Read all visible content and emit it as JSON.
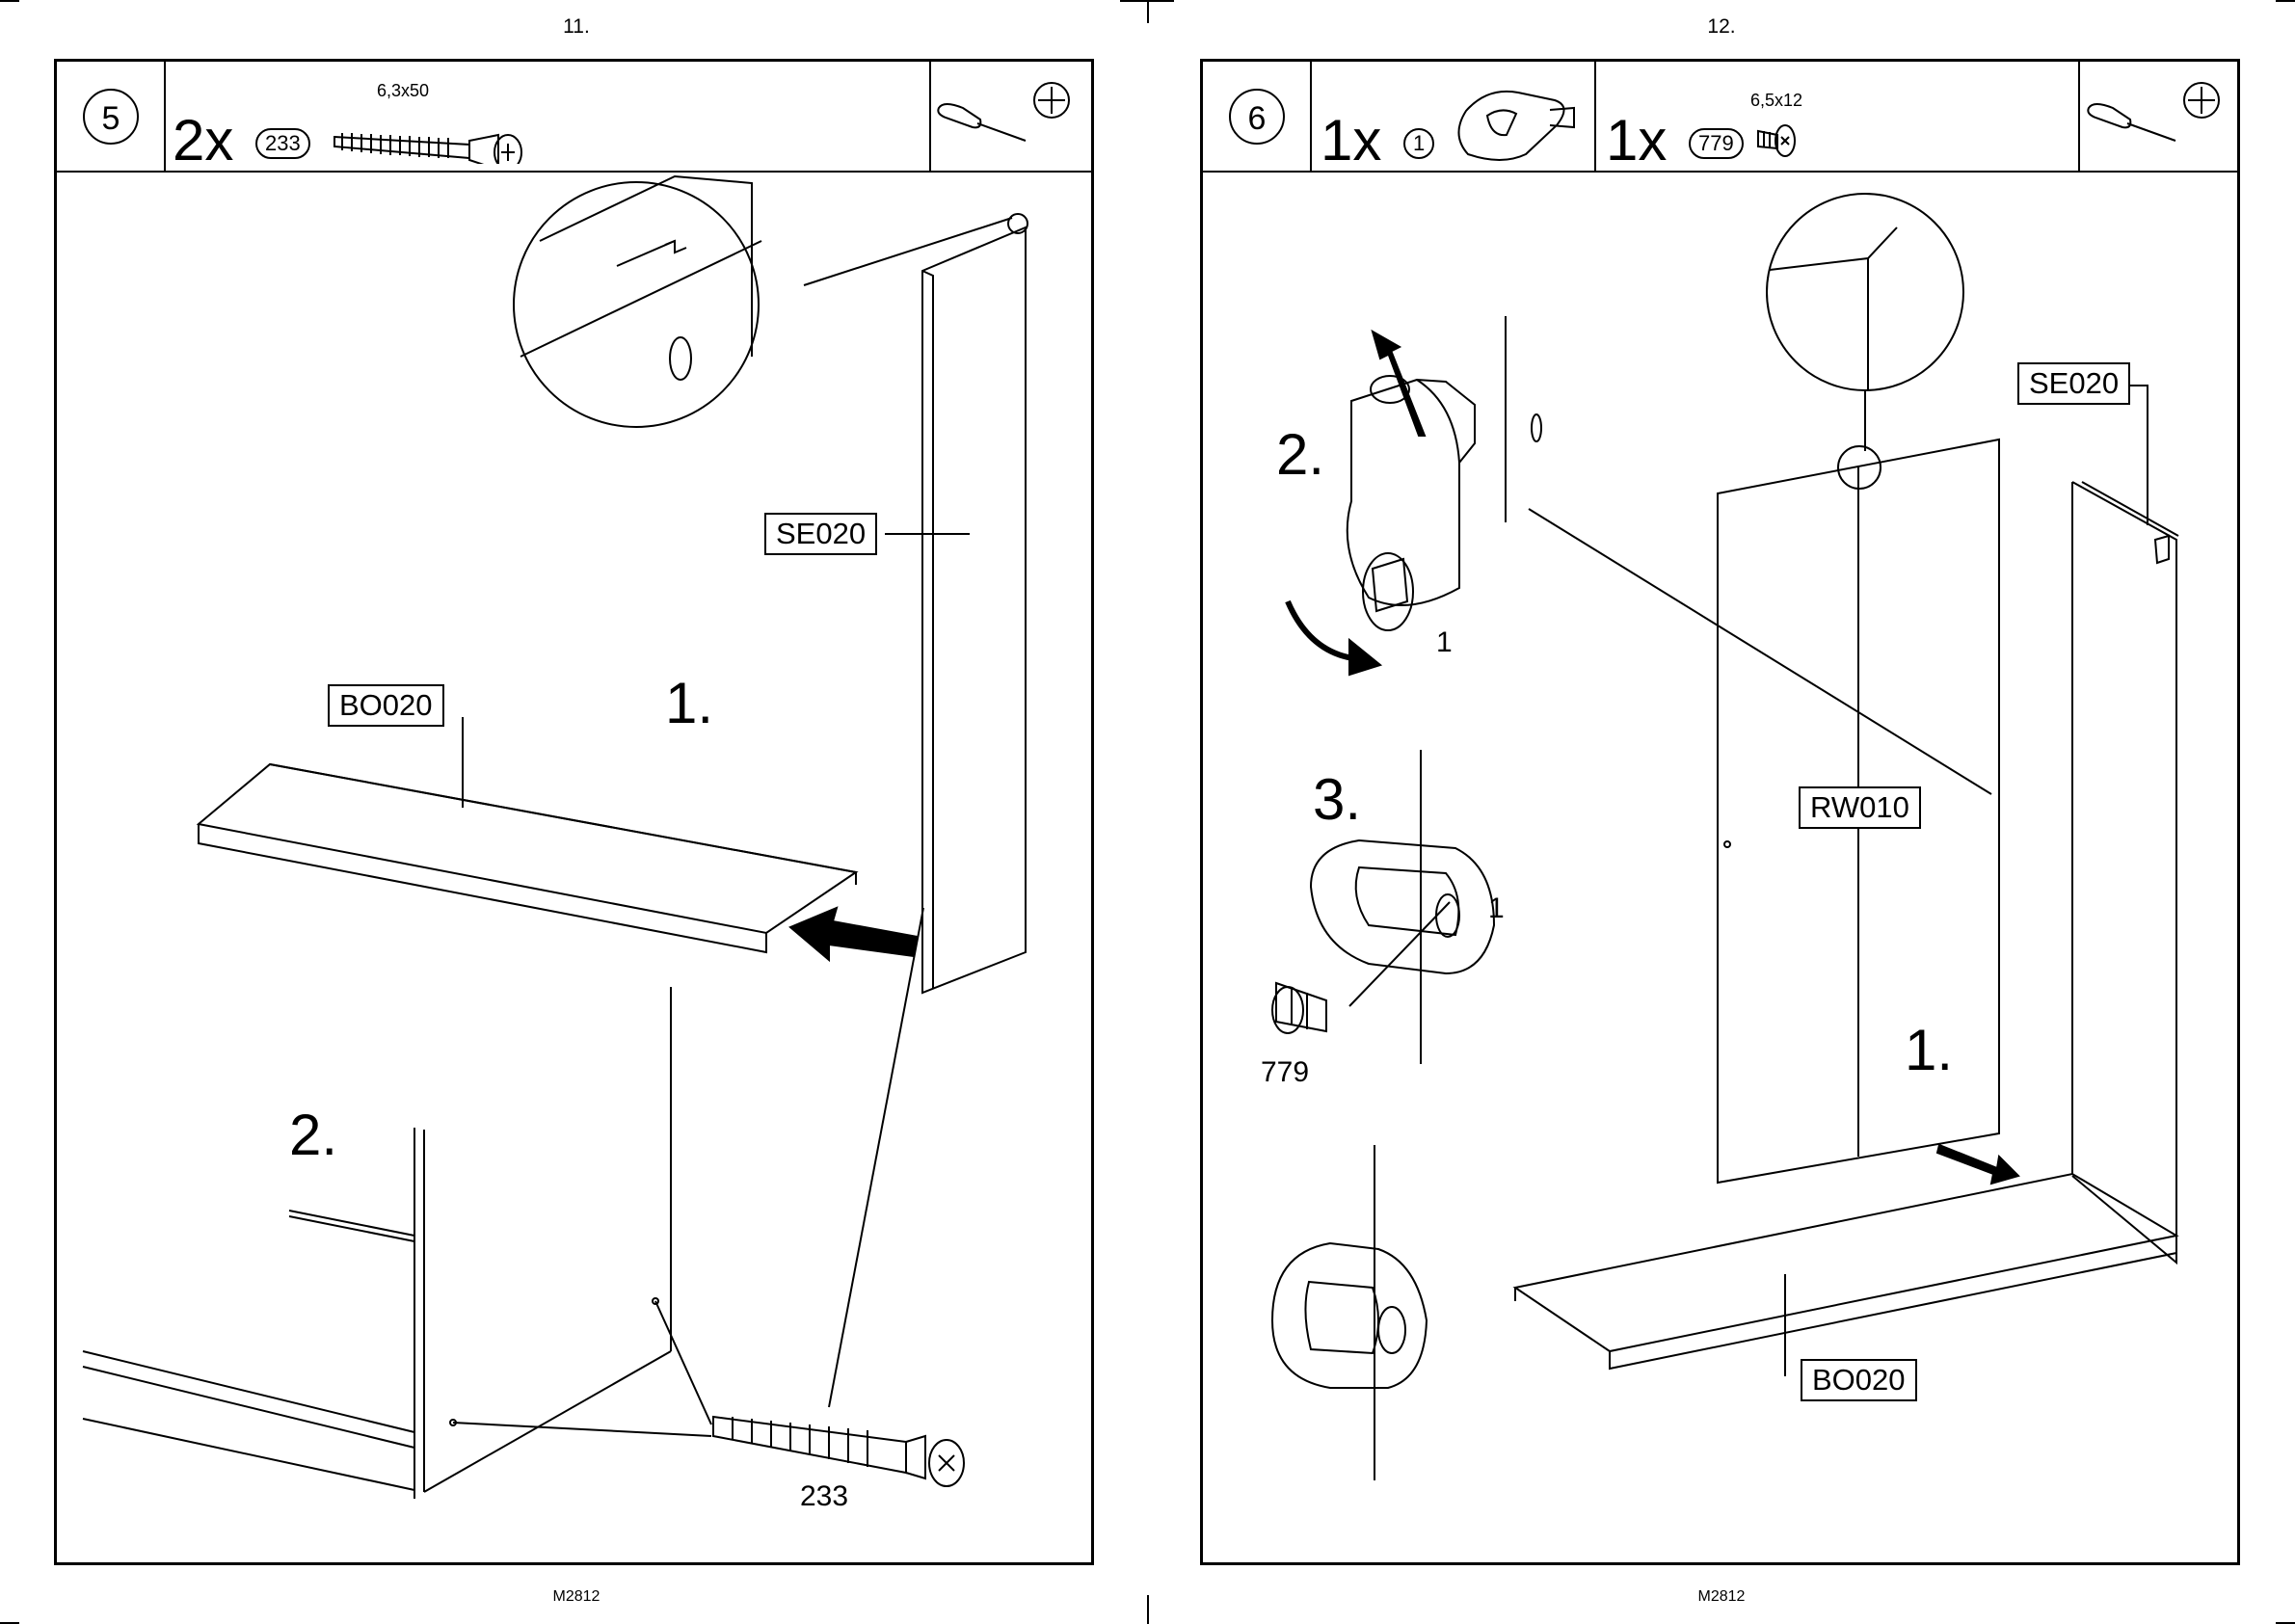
{
  "left_page": {
    "page_number": "11.",
    "footer": "M2812",
    "step": "5",
    "hardware": {
      "quantity": "2x",
      "part_id": "233",
      "dimension": "6,3x50"
    },
    "labels": {
      "side_panel": "SE020",
      "bottom_panel": "BO020",
      "screw": "233"
    },
    "sub_steps": {
      "first": "1.",
      "second": "2."
    },
    "icons": [
      "screwdriver-icon",
      "phillips-head-icon"
    ]
  },
  "right_page": {
    "page_number": "12.",
    "footer": "M2812",
    "step": "6",
    "hardware": [
      {
        "quantity": "1x",
        "part_id": "1"
      },
      {
        "quantity": "1x",
        "part_id": "779",
        "dimension": "6,5x12"
      }
    ],
    "labels": {
      "side_panel": "SE020",
      "back_panel": "RW010",
      "bottom_panel": "BO020",
      "connector": "1",
      "connector_2": "1",
      "screw": "779"
    },
    "sub_steps": {
      "first": "1.",
      "second": "2.",
      "third": "3."
    },
    "icons": [
      "screwdriver-icon",
      "phillips-head-icon"
    ]
  }
}
